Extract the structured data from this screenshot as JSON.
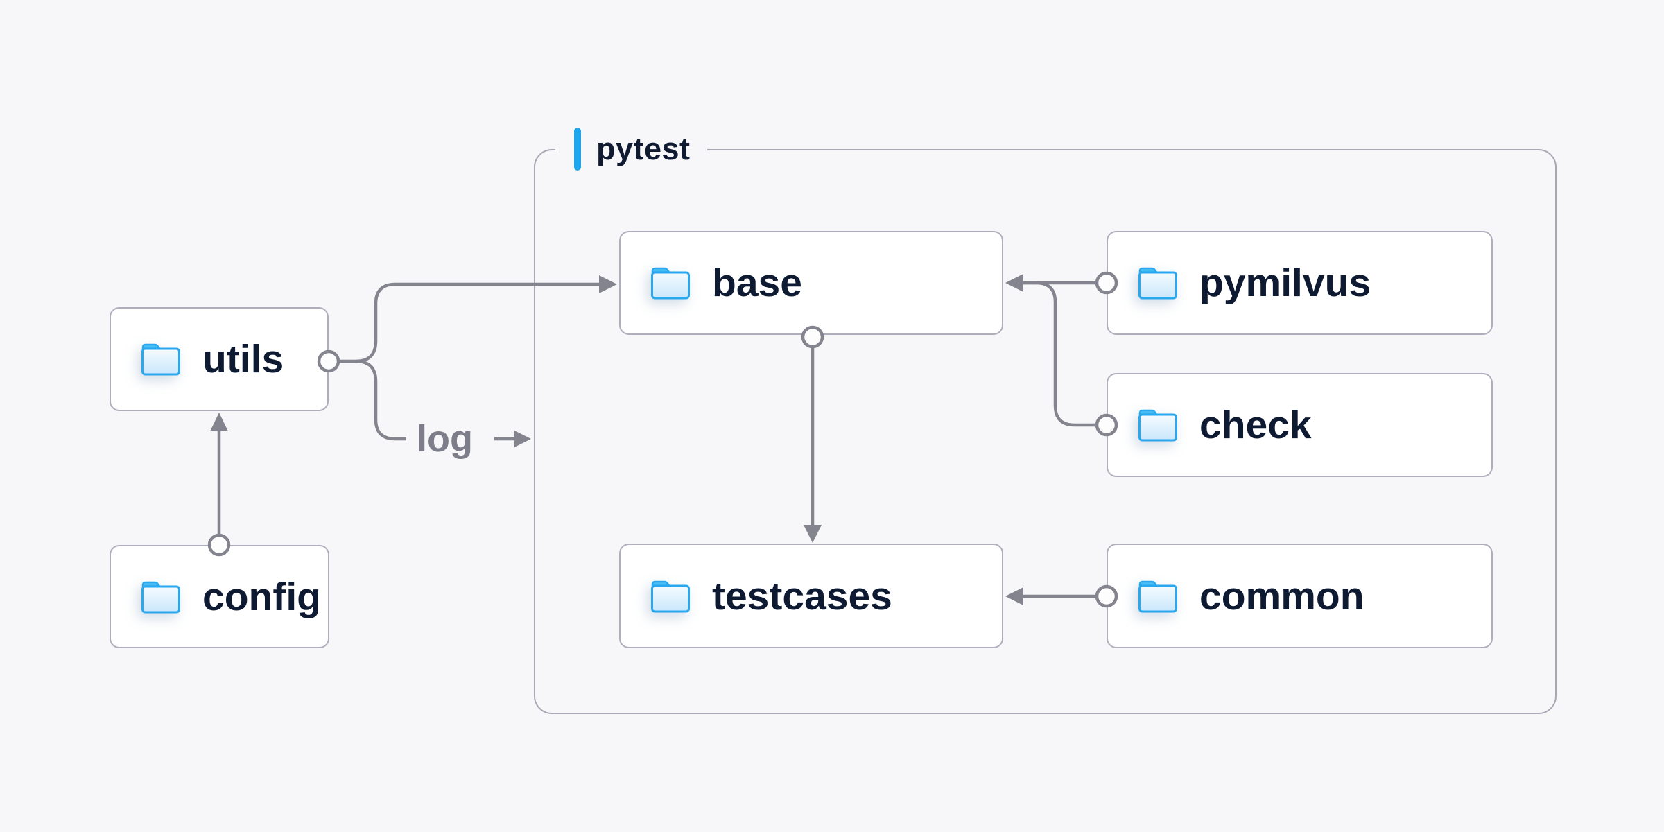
{
  "page": {
    "background": "#f7f7f9"
  },
  "palette": {
    "accent_blue": "#1ba6ee",
    "folder_blue": "#29a8f0",
    "folder_fill_light": "#f5fbff",
    "folder_fill_deep": "#c9e7fb",
    "line_gray": "#84848e",
    "muted_text_gray": "#7e7e8a",
    "dark_navy_text": "#0e1a32",
    "node_border_gray": "#aeaebc",
    "frame_border_gray": "#a8a8b5",
    "node_fill": "#ffffff"
  },
  "diagram": {
    "frame": {
      "label": "pytest"
    },
    "nodes": {
      "utils": {
        "label": "utils",
        "icon": "folder-icon"
      },
      "config": {
        "label": "config",
        "icon": "folder-icon"
      },
      "base": {
        "label": "base",
        "icon": "folder-icon"
      },
      "testcases": {
        "label": "testcases",
        "icon": "folder-icon"
      },
      "pymilvus": {
        "label": "pymilvus",
        "icon": "folder-icon"
      },
      "check": {
        "label": "check",
        "icon": "folder-icon"
      },
      "common": {
        "label": "common",
        "icon": "folder-icon"
      }
    },
    "edge_label": {
      "text": "log"
    },
    "edges": [
      {
        "from": "config",
        "to": "utils",
        "type": "arrow"
      },
      {
        "from": "utils",
        "to": "base",
        "type": "arrow"
      },
      {
        "from": "utils",
        "to": "log-label",
        "type": "labeled-stub"
      },
      {
        "from": "base",
        "to": "testcases",
        "type": "arrow"
      },
      {
        "from": "pymilvus",
        "to": "base",
        "type": "arrow"
      },
      {
        "from": "check",
        "to": "base",
        "type": "arrow-merge"
      },
      {
        "from": "common",
        "to": "testcases",
        "type": "arrow"
      }
    ]
  }
}
